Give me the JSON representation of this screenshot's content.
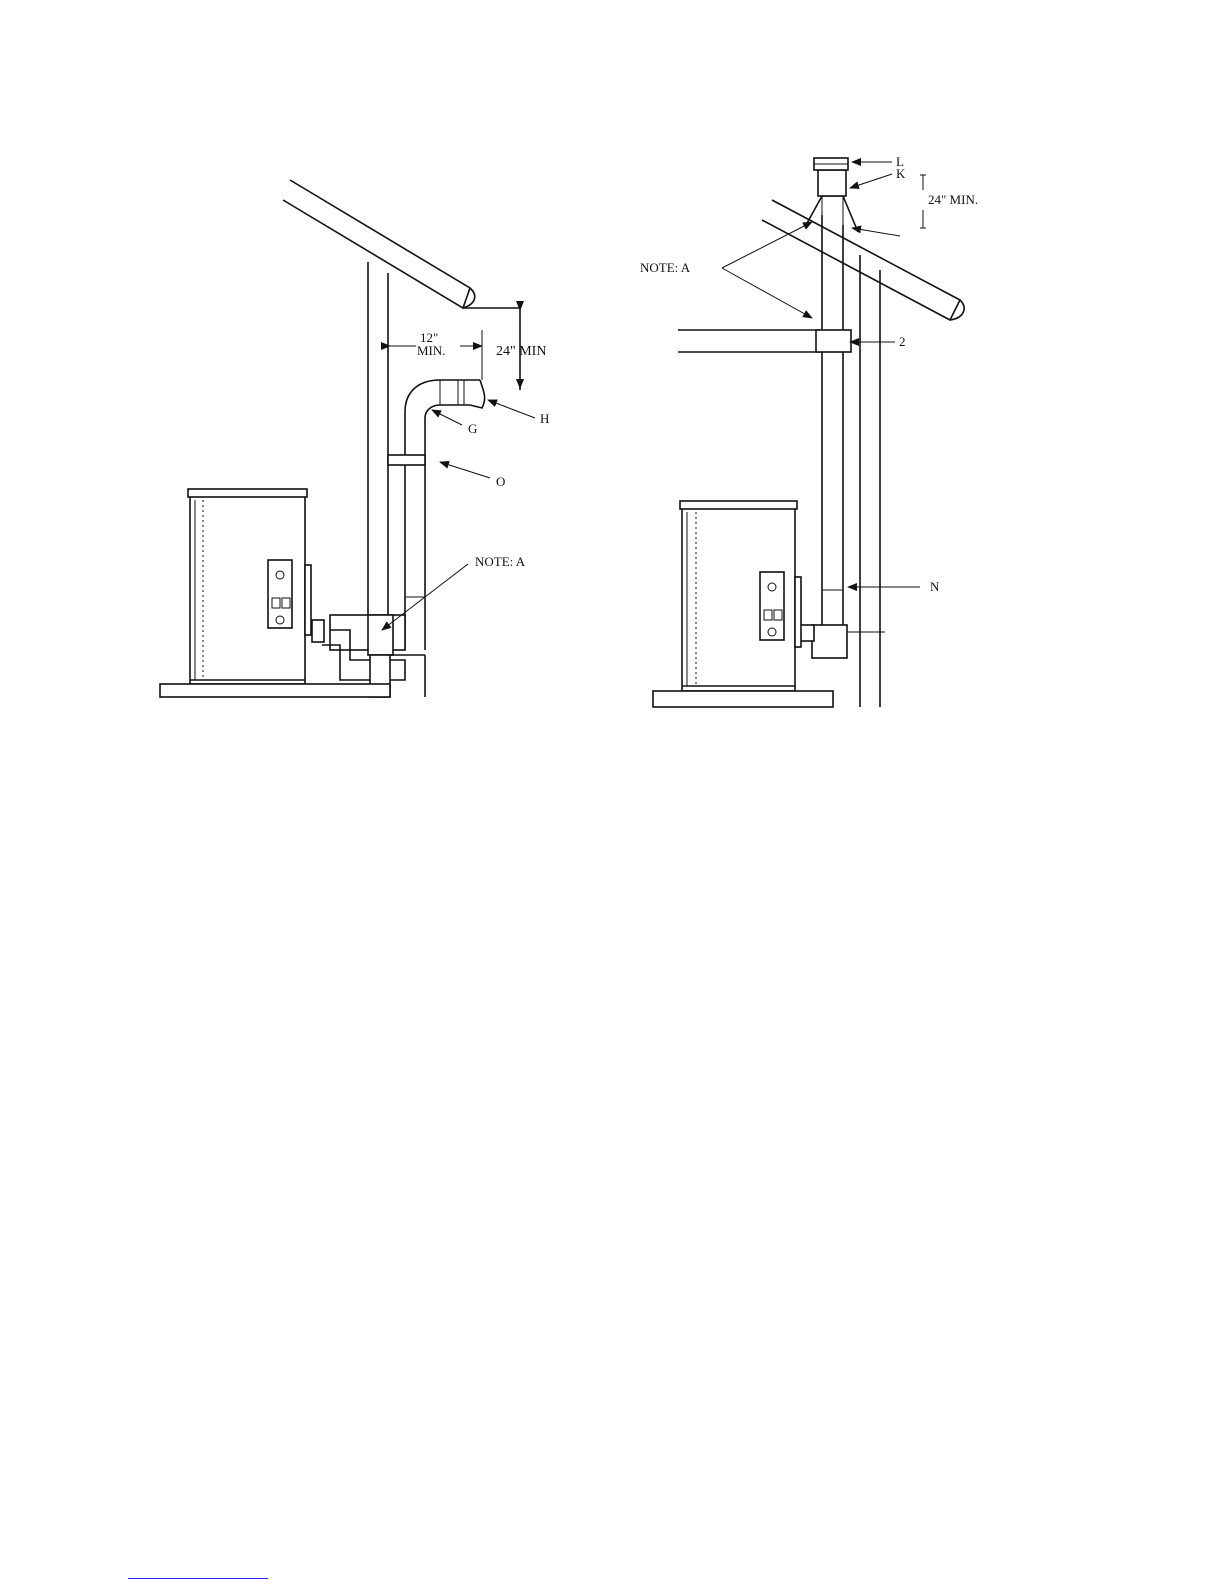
{
  "figure_left": {
    "dimension_12_min": [
      "12\"",
      "MIN."
    ],
    "dimension_24_min": "24\" MIN",
    "label_g": "G",
    "label_h": "H",
    "label_o": "O",
    "note_a": "NOTE: A"
  },
  "figure_right": {
    "label_l": "L",
    "label_k": "K",
    "dimension_24_min": "24\" MIN.",
    "note_a": "NOTE: A",
    "label_2": "2",
    "label_n": "N"
  }
}
